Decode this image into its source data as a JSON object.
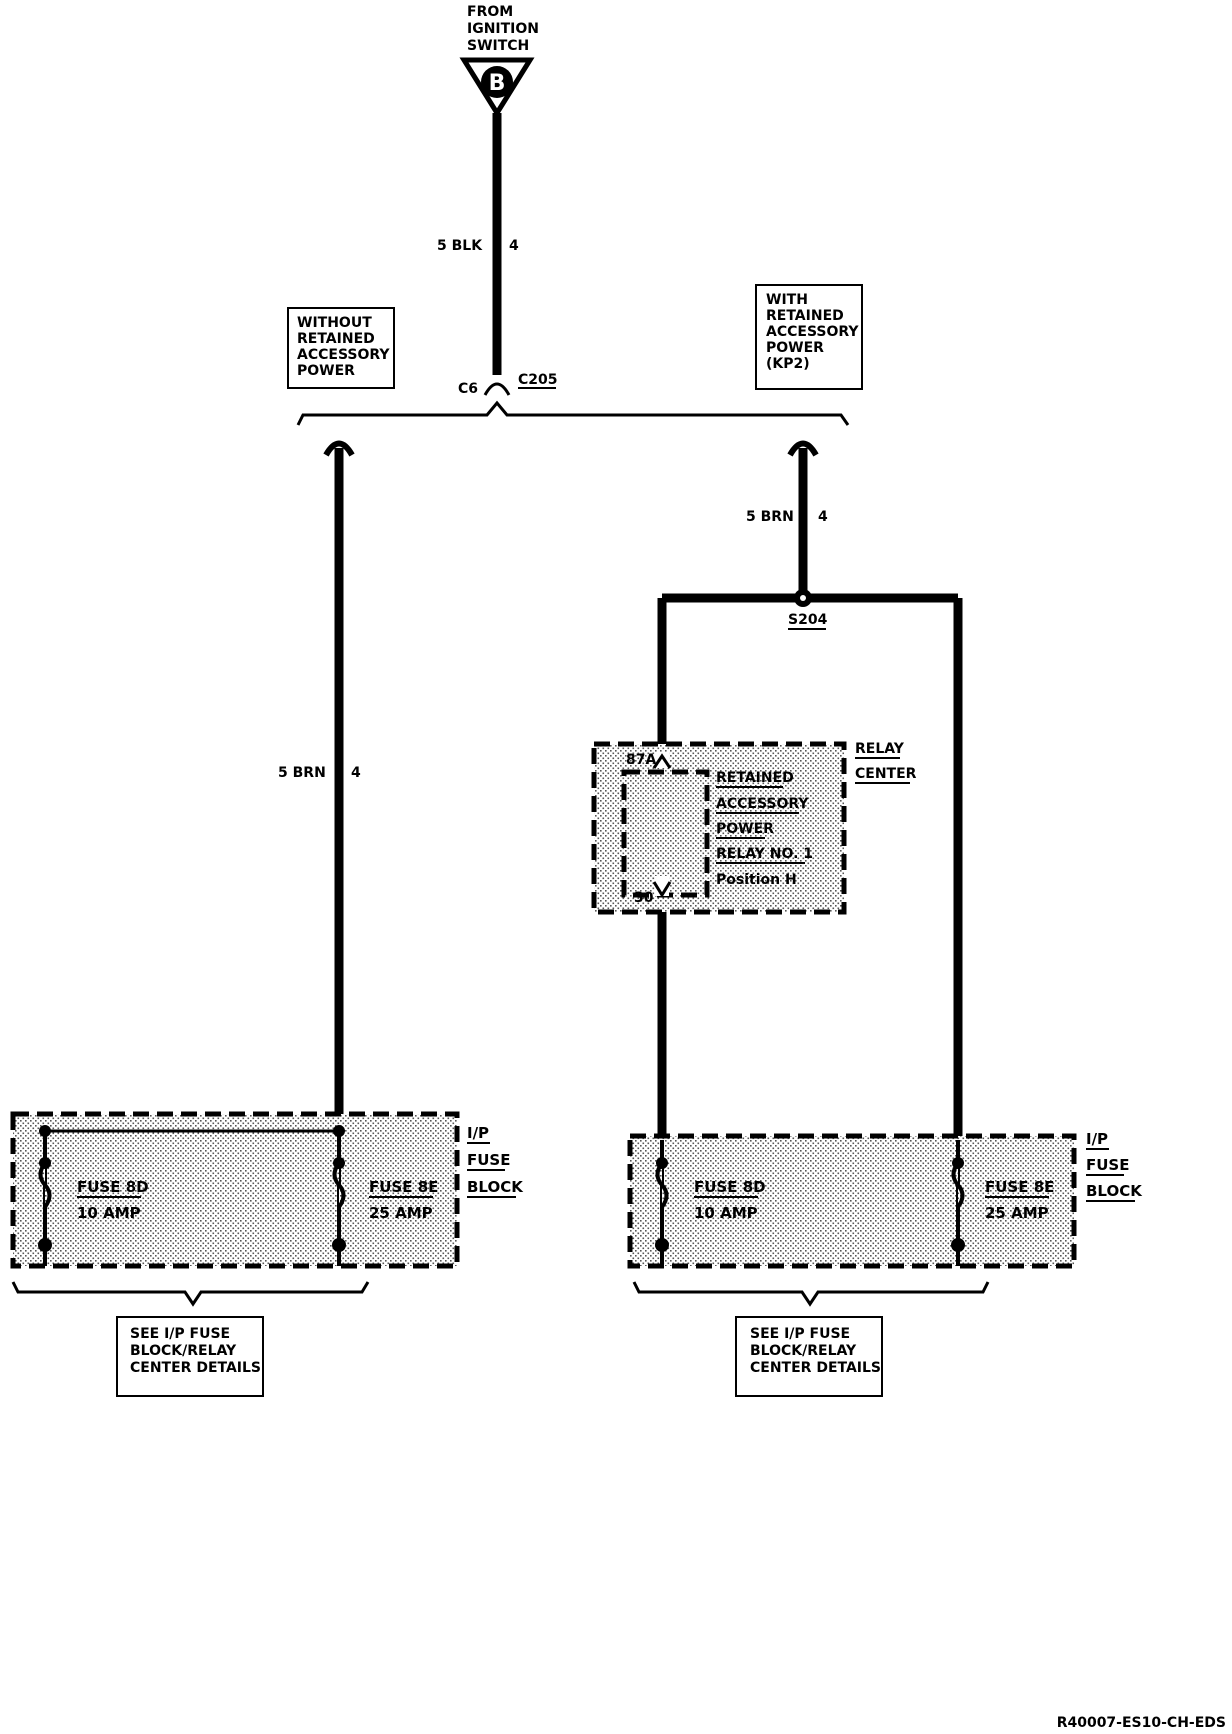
{
  "source": {
    "label_lines": [
      "FROM",
      "IGNITION",
      "SWITCH"
    ],
    "connector_letter": "B"
  },
  "wires": {
    "top": {
      "size_color": "5 BLK",
      "circuit": "4"
    },
    "left": {
      "size_color": "5 BRN",
      "circuit": "4"
    },
    "right_upper": {
      "size_color": "5 BRN",
      "circuit": "4"
    }
  },
  "connector": {
    "cavity": "C6",
    "id": "C205"
  },
  "options": {
    "without": [
      "WITHOUT",
      "RETAINED",
      "ACCESSORY",
      "POWER"
    ],
    "with": [
      "WITH",
      "RETAINED",
      "ACCESSORY",
      "POWER",
      "(KP2)"
    ]
  },
  "splice": {
    "id": "S204"
  },
  "relay": {
    "terminal_top": "87A",
    "terminal_bottom": "30",
    "lines": [
      "RETAINED",
      "ACCESSORY",
      "POWER",
      "RELAY NO. 1",
      "Position H"
    ],
    "center_label": [
      "RELAY",
      "CENTER"
    ]
  },
  "fuse_blocks": [
    {
      "label": [
        "I/P",
        "FUSE",
        "BLOCK"
      ],
      "fuse_left": {
        "name": "FUSE 8D",
        "rating": "10 AMP"
      },
      "fuse_right": {
        "name": "FUSE 8E",
        "rating": "25 AMP"
      },
      "note": [
        "SEE I/P FUSE",
        "BLOCK/RELAY",
        "CENTER DETAILS"
      ]
    },
    {
      "label": [
        "I/P",
        "FUSE",
        "BLOCK"
      ],
      "fuse_left": {
        "name": "FUSE 8D",
        "rating": "10 AMP"
      },
      "fuse_right": {
        "name": "FUSE 8E",
        "rating": "25 AMP"
      },
      "note": [
        "SEE I/P FUSE",
        "BLOCK/RELAY",
        "CENTER DETAILS"
      ]
    }
  ],
  "footer_code": "R40007-ES10-CH-EDS"
}
